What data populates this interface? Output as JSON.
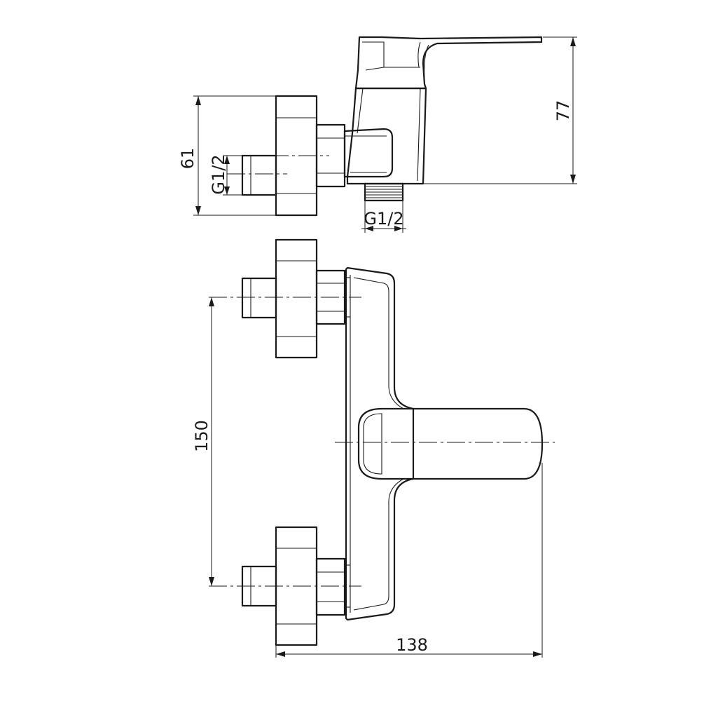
{
  "dimensions": {
    "height_side": "61",
    "thread_inlet": "G1/2",
    "thread_outlet": "G1/2",
    "height_top": "77",
    "spacing": "150",
    "width": "138"
  },
  "colors": {
    "line": "#1a1a1a",
    "background": "#ffffff"
  }
}
